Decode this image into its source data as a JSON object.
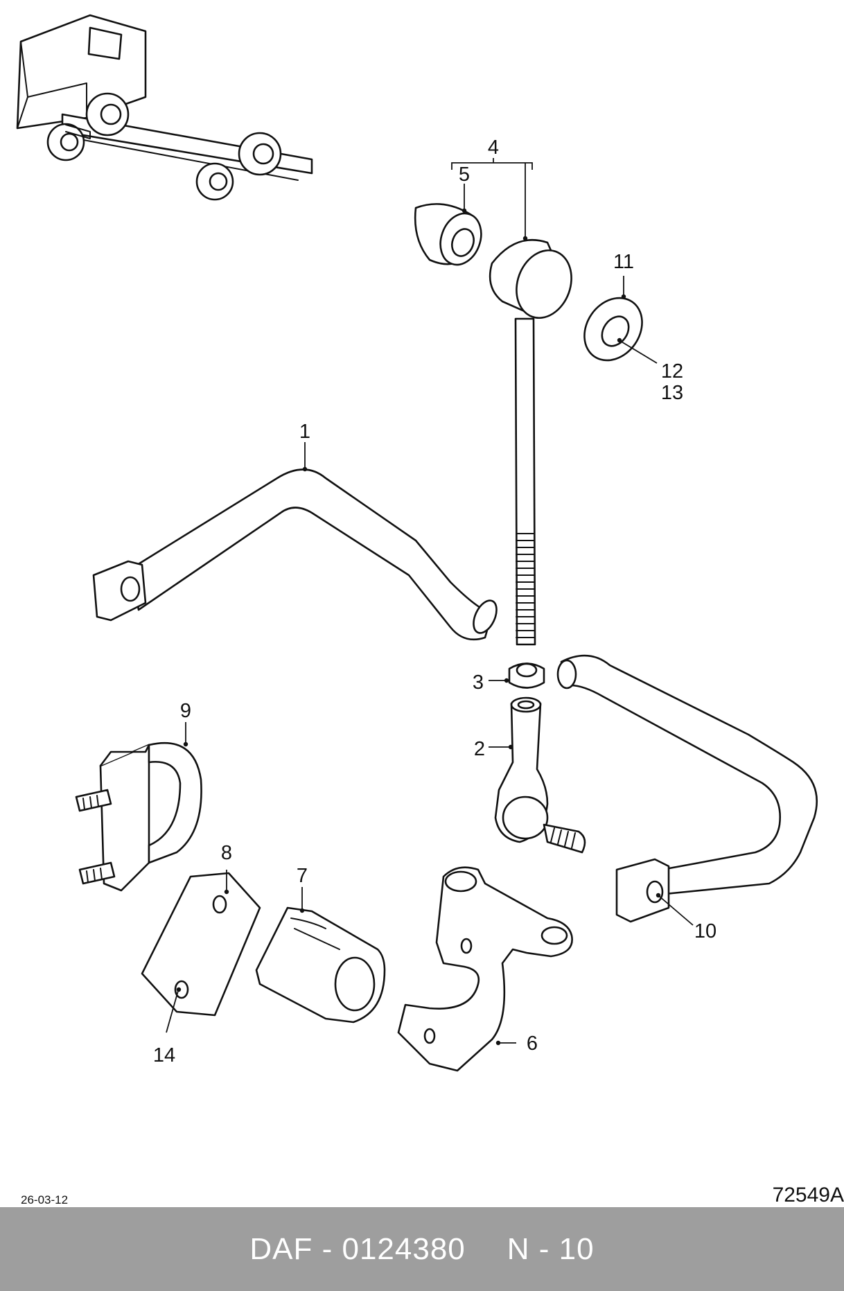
{
  "callouts": {
    "c1": "1",
    "c2": "2",
    "c3": "3",
    "c4": "4",
    "c5": "5",
    "c6": "6",
    "c7": "7",
    "c8": "8",
    "c9": "9",
    "c10": "10",
    "c11": "11",
    "c12": "12",
    "c13": "13",
    "c14": "14"
  },
  "footer": {
    "date": "26-03-12",
    "drawing_number": "72549A",
    "brand_part": "DAF - 0124380",
    "page_code": "N - 10"
  }
}
